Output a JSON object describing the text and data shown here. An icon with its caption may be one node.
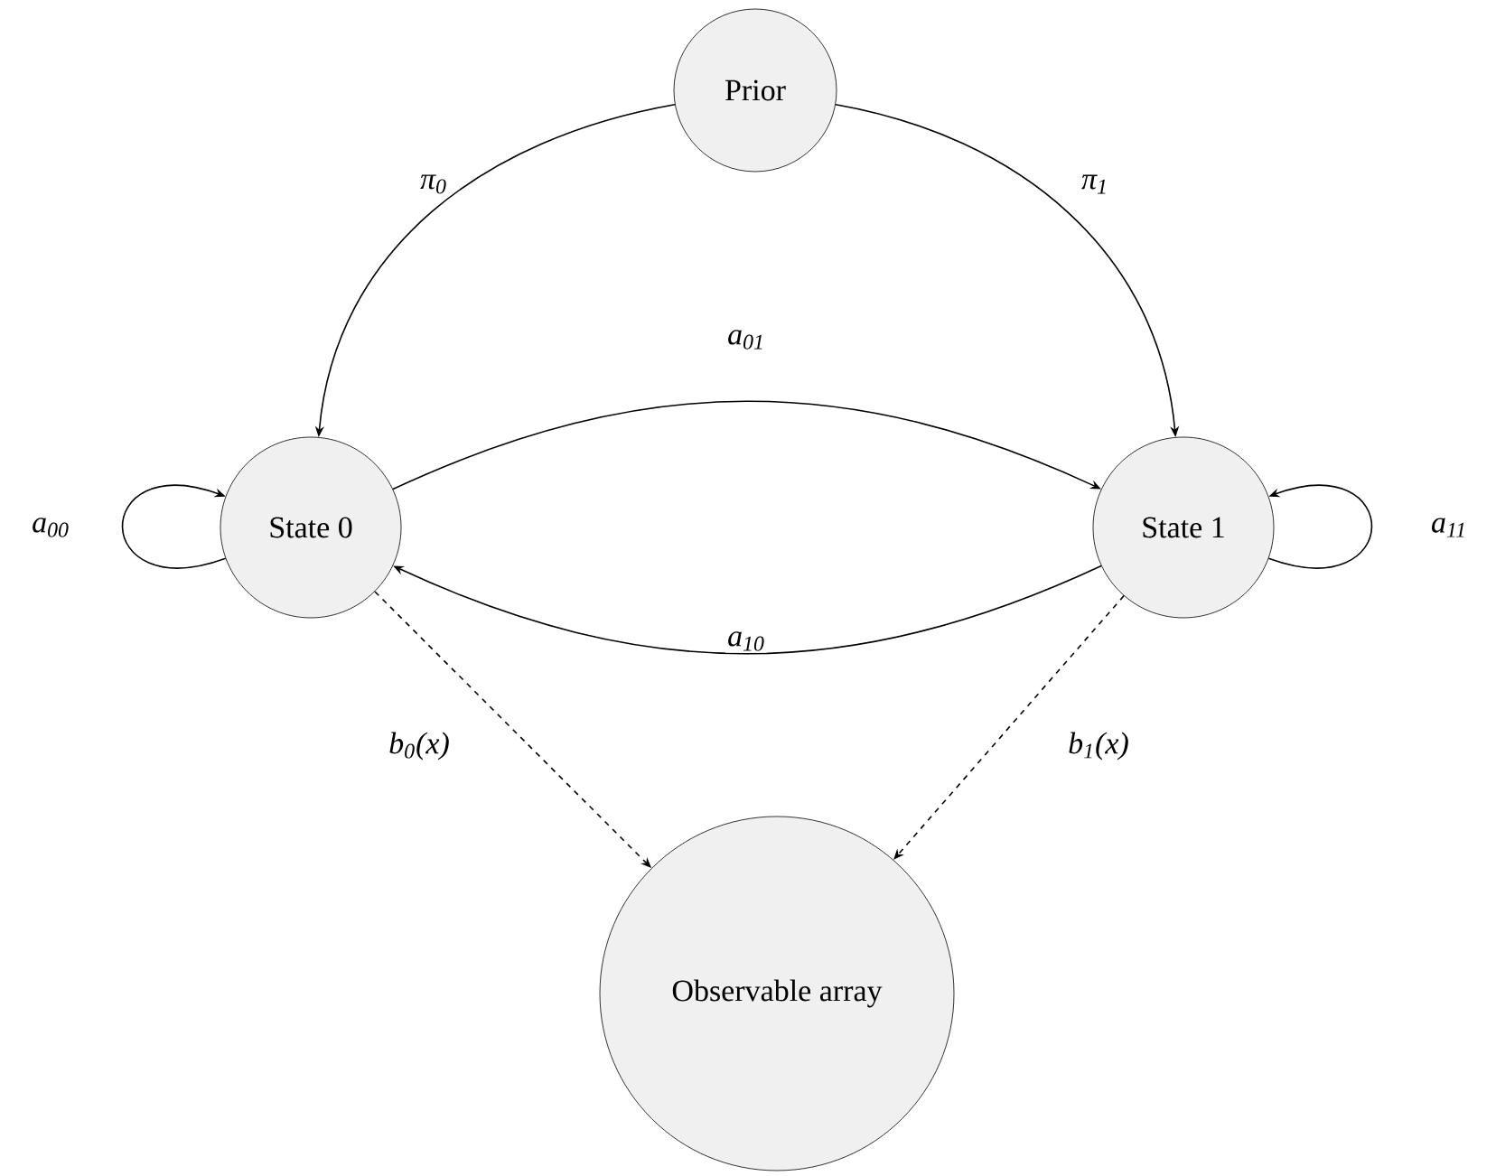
{
  "diagram": {
    "nodes": [
      {
        "text": [
          "Prior"
        ]
      },
      {
        "text": [
          "State 0"
        ]
      },
      {
        "text": [
          "State 1"
        ]
      },
      {
        "text": [
          "Observable array"
        ]
      }
    ],
    "edges": [
      {
        "from": 0,
        "to": 1,
        "arrow": "to",
        "label": "π$_{0}$"
      },
      {
        "from": 0,
        "to": 2,
        "arrow": "to",
        "label": "π$_{1}$"
      },
      {
        "from": 1,
        "to": 2,
        "arrow": "to",
        "label": "a$_{01}$"
      },
      {
        "from": 2,
        "to": 1,
        "arrow": "to",
        "label": "a$_{10}$"
      },
      {
        "from": 1,
        "to": 1,
        "arrow": "to",
        "label": "a$_{00}$"
      },
      {
        "from": 2,
        "to": 2,
        "arrow": "to",
        "label": "a$_{11}$"
      },
      {
        "from": 1,
        "to": 3,
        "arrow": "to",
        "label": "b$_{0}$(x)",
        "style": "dashed"
      },
      {
        "from": 2,
        "to": 3,
        "arrow": "to",
        "label": "b$_{1}$(x)",
        "style": "dashed"
      }
    ]
  }
}
